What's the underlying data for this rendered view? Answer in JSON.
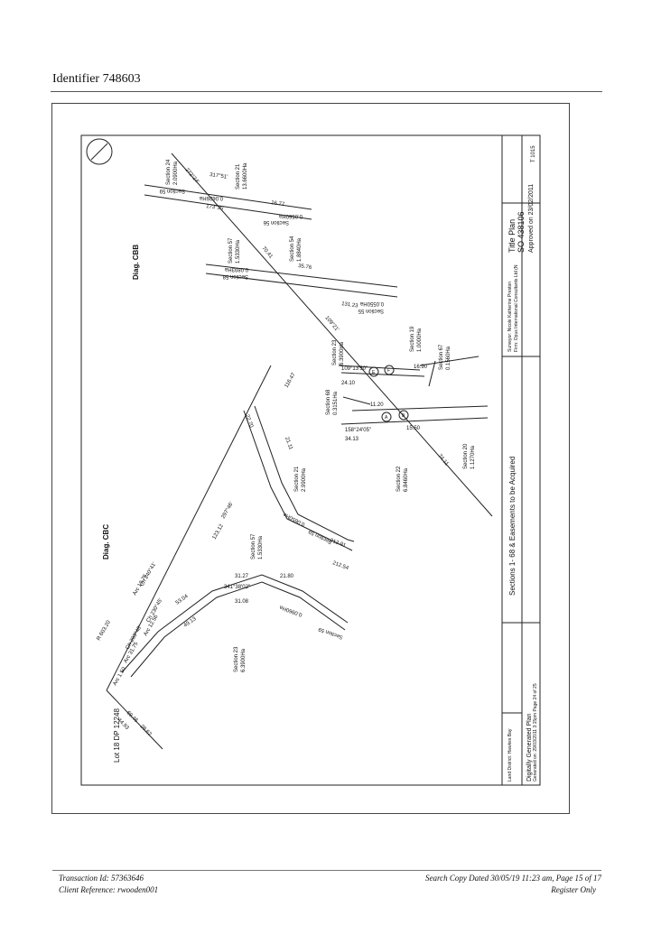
{
  "header": {
    "identifier": "Identifier 748603"
  },
  "plan": {
    "labels": {
      "diag_cbb": "Diag. CBB",
      "diag_cbc": "Diag. CBC",
      "lot": "Lot 18 DP 12248",
      "sec_24": "Section 24",
      "sec_24_area": "2.0900Ha",
      "sec_21_top": "Section 21",
      "sec_21_top_area": "13.6600Ha",
      "sec_57_top": "Section 57",
      "sec_57_top_area": "1.5330Ha",
      "sec_54": "Section 54",
      "sec_54_area": "1.8840Ha",
      "sec_23_mid": "Section 23",
      "sec_23_mid_area": "6.3900Ha",
      "sec_19": "Section 19",
      "sec_19_area": "1.0000Ha",
      "sec_67": "Section 67",
      "sec_67_area": "0.1560Ha",
      "sec_68": "Section 68",
      "sec_68_area": "0.3151Ha",
      "sec_21_mid": "Section 21",
      "sec_21_mid_area": "2.9900Ha",
      "sec_22": "Section 22",
      "sec_22_area": "6.8460Ha",
      "sec_20": "Section 20",
      "sec_20_area": "1.1270Ha",
      "sec_57_low": "Section 57",
      "sec_57_low_area": "1.5330Ha",
      "sec_23_low": "Section 23",
      "sec_23_low_area": "6.3900Ha",
      "sec_59_a": "Section 59",
      "sec_59_b": "Section 59",
      "sec_59_c": "Section 59",
      "sec_56": "Section 56",
      "sec_58": "Section 58",
      "sec_55": "Section 55",
      "area_a": "0.0626Ha",
      "area_b": "0.0560Ha",
      "area_c": "0.0893Ha",
      "area_d": "0.0550Ha",
      "area_e": "0.0650Ha",
      "area_f": "0.0960Ha",
      "circle_a": "A",
      "circle_b": "B",
      "circle_e": "E",
      "circle_f": "F",
      "d1": "173°35'",
      "d2": "272°24'",
      "d3": "16.77",
      "d4": "317°51'",
      "d5": "70.41",
      "d6": "35.76",
      "d7": "109°21'",
      "d8": "131.23",
      "d9": "74.11",
      "d10": "116.47",
      "d11": "22.70",
      "d12": "21.11",
      "d13": "34.13",
      "d14": "158°24'05\"",
      "d15": "109°13'50\"",
      "d16": "24.10",
      "d17": "11.20",
      "d18": "15.50",
      "d19": "123.12",
      "d20": "297°46'",
      "d21": "31.27",
      "d22": "31.08",
      "d23": "21.80",
      "d24": "341°38'02\"",
      "d25": "53.04",
      "d26": "49.13",
      "d27": "212.91",
      "d28": "212.54",
      "d29": "Arc 13.76",
      "d30": "Arc 12.56",
      "d31": "Arc 31.75",
      "d32": "Arc 1.50",
      "d33": "Ch 203°48'",
      "d34": "Ch 240°41'",
      "d35": "Ch 230°45'",
      "d36": "R 603.20",
      "d37": "69.46",
      "d38": "28.62",
      "d39": "44.93",
      "d40": "16.90"
    },
    "title_block": {
      "plan_ref": "T 1015",
      "title_plan": "Title Plan",
      "so_number": "SO 438106",
      "approved": "Approved on 23/02/2011",
      "description": "Sections 1- 68 & Easements to be Acquired",
      "surveyor": "Surveyor: Nicole Katherine Preston",
      "firm": "Firm: Opus International Consultants Ltd (N",
      "land_district": "Land District: Hawkes Bay",
      "generated": "Digitally Generated Plan",
      "generated_on": "Generated on: 29/03/2011 3:15pm Page 24 of 25"
    }
  },
  "footer": {
    "transaction": "Transaction Id: 57363646",
    "client": "Client Reference: rwooden001",
    "search_copy": "Search Copy Dated 30/05/19 11:23 am, Page 15 of 17",
    "register": "Register Only"
  }
}
